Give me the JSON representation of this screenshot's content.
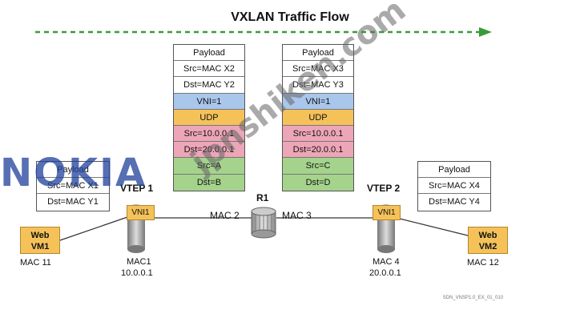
{
  "title": "VXLAN Traffic Flow",
  "left_frame": [
    "Payload",
    "Src=MAC X1",
    "Dst=MAC Y1"
  ],
  "right_frame": [
    "Payload",
    "Src=MAC X4",
    "Dst=MAC Y4"
  ],
  "encap_frame_1": [
    {
      "text": "Payload",
      "color": "#ffffff"
    },
    {
      "text": "Src=MAC X2",
      "color": "#ffffff"
    },
    {
      "text": "Dst=MAC Y2",
      "color": "#ffffff"
    },
    {
      "text": "VNI=1",
      "color": "#a9c6ec"
    },
    {
      "text": "UDP",
      "color": "#f5c25a"
    },
    {
      "text": "Src=10.0.0.1",
      "color": "#eda6b8"
    },
    {
      "text": "Dst=20.0.0.1",
      "color": "#eda6b8"
    },
    {
      "text": "Src=A",
      "color": "#a5d38c"
    },
    {
      "text": "Dst=B",
      "color": "#a5d38c"
    }
  ],
  "encap_frame_2": [
    {
      "text": "Payload",
      "color": "#ffffff"
    },
    {
      "text": "Src=MAC X3",
      "color": "#ffffff"
    },
    {
      "text": "Dst=MAC Y3",
      "color": "#ffffff"
    },
    {
      "text": "VNI=1",
      "color": "#a9c6ec"
    },
    {
      "text": "UDP",
      "color": "#f5c25a"
    },
    {
      "text": "Src=10.0.0.1",
      "color": "#eda6b8"
    },
    {
      "text": "Dst=20.0.0.1",
      "color": "#eda6b8"
    },
    {
      "text": "Src=C",
      "color": "#a5d38c"
    },
    {
      "text": "Dst=D",
      "color": "#a5d38c"
    }
  ],
  "vtep1": {
    "label": "VTEP 1",
    "vni": "VNI1",
    "mac": "MAC1",
    "ip": "10.0.0.1"
  },
  "vtep2": {
    "label": "VTEP 2",
    "vni": "VNI1",
    "mac": "MAC 4",
    "ip": "20.0.0.1"
  },
  "router": {
    "label": "R1",
    "mac_left": "MAC 2",
    "mac_right": "MAC 3"
  },
  "vm1": {
    "line1": "Web",
    "line2": "VM1",
    "mac": "MAC 11"
  },
  "vm2": {
    "line1": "Web",
    "line2": "VM2",
    "mac": "MAC 12"
  },
  "watermarks": {
    "nokia": "NOKIA",
    "site": "jpnshiken.com"
  },
  "footer_code": "SDN_VNSP1.0_EX_01_010",
  "colors": {
    "flow_arrow": "#3a9a3a",
    "vm_fill": "#f5c25a"
  }
}
